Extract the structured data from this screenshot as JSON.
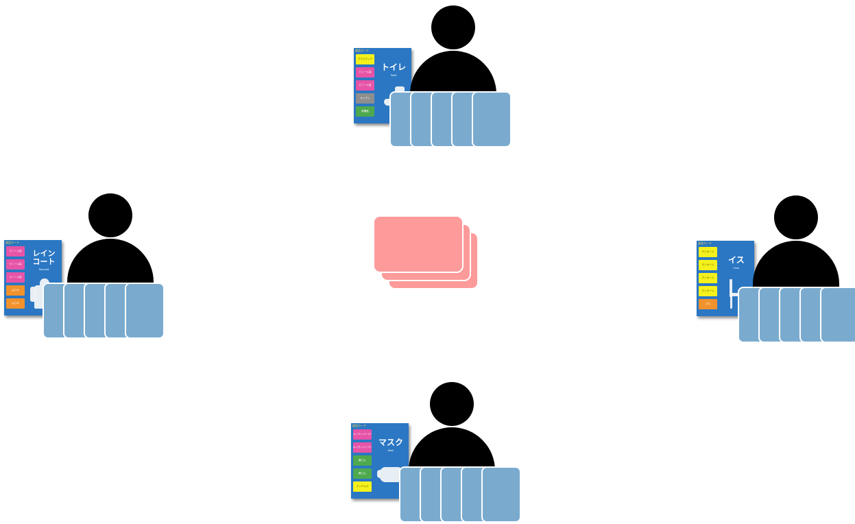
{
  "colors": {
    "person": "#000000",
    "hand_card": "#7aabcf",
    "deck_card": "#fd9a9a",
    "target_card_bg": "#2b77c3",
    "requirement_pink": "#e654a7",
    "requirement_yellow": "#f4f11c",
    "requirement_gray": "#8e8e8e",
    "requirement_green": "#4ea94e",
    "requirement_orange": "#f1922c"
  },
  "players": [
    {
      "position": "top",
      "hand_size": 5,
      "target_card": {
        "header": "部品カード",
        "title": "トイレ",
        "subtitle": "Toilet",
        "icon": "toilet-icon",
        "requirements": [
          {
            "label": "プラスチック",
            "color": "yellow"
          },
          {
            "label": "ビニール袋",
            "color": "pink"
          },
          {
            "label": "ビニール袋",
            "color": "pink"
          },
          {
            "label": "キッチン",
            "color": "gray"
          },
          {
            "label": "新聞紙",
            "color": "green"
          }
        ]
      }
    },
    {
      "position": "left",
      "hand_size": 5,
      "target_card": {
        "header": "部品カード",
        "title": "レイン\nコート",
        "subtitle": "Raincoat",
        "icon": "raincoat-icon",
        "requirements": [
          {
            "label": "ビニール袋",
            "color": "pink"
          },
          {
            "label": "ビニール袋",
            "color": "pink"
          },
          {
            "label": "ビニール袋",
            "color": "pink"
          },
          {
            "label": "はさみ",
            "color": "orange"
          },
          {
            "label": "はさみ",
            "color": "orange"
          }
        ]
      }
    },
    {
      "position": "right",
      "hand_size": 5,
      "target_card": {
        "header": "部品カード",
        "title": "イス",
        "subtitle": "Chair",
        "icon": "chair-icon",
        "requirements": [
          {
            "label": "ダンボール",
            "color": "yellow"
          },
          {
            "label": "ダンボール",
            "color": "yellow"
          },
          {
            "label": "ダンボール",
            "color": "yellow"
          },
          {
            "label": "ダンボール",
            "color": "yellow"
          },
          {
            "label": "ひも",
            "color": "orange"
          }
        ]
      }
    },
    {
      "position": "bottom",
      "hand_size": 5,
      "target_card": {
        "header": "部品カード",
        "title": "マスク",
        "subtitle": "Mask",
        "icon": "mask-icon",
        "requirements": [
          {
            "label": "キッチンペーパー",
            "color": "pink"
          },
          {
            "label": "キッチンペーパー",
            "color": "pink"
          },
          {
            "label": "輪ゴム",
            "color": "green"
          },
          {
            "label": "輪ゴム",
            "color": "green"
          },
          {
            "label": "ホッチキス",
            "color": "yellow"
          }
        ]
      }
    }
  ],
  "deck": {
    "card_count": 3
  }
}
